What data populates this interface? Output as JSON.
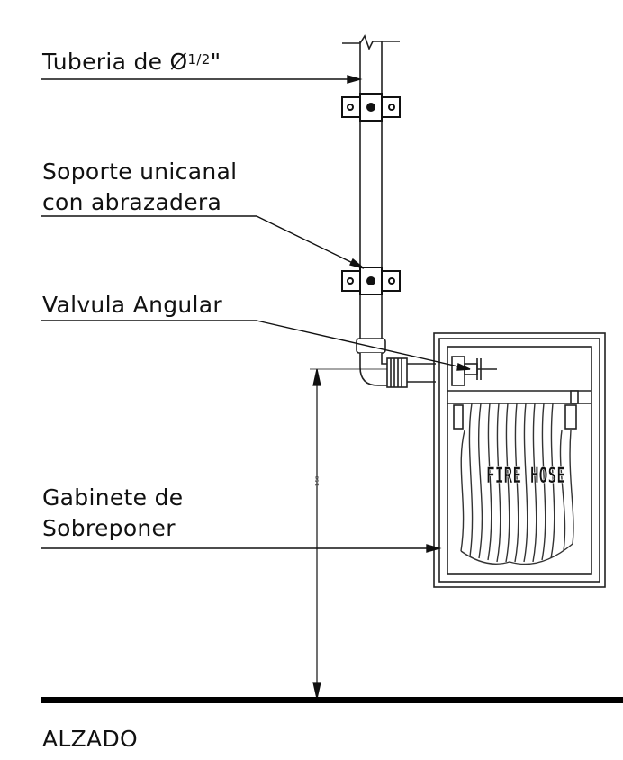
{
  "labels": {
    "pipe_prefix": "Tuberia de Ø",
    "pipe_fraction": "1/2",
    "pipe_suffix": "\"",
    "support_line1": "Soporte unicanal",
    "support_line2": "con abrazadera",
    "valve": "Valvula Angular",
    "cabinet_line1": "Gabinete de",
    "cabinet_line2": "Sobreponer",
    "view_title": "ALZADO"
  },
  "cabinet": {
    "hose_text": "FIRE HOSE"
  },
  "dimension": {
    "height_text": "1.50"
  }
}
